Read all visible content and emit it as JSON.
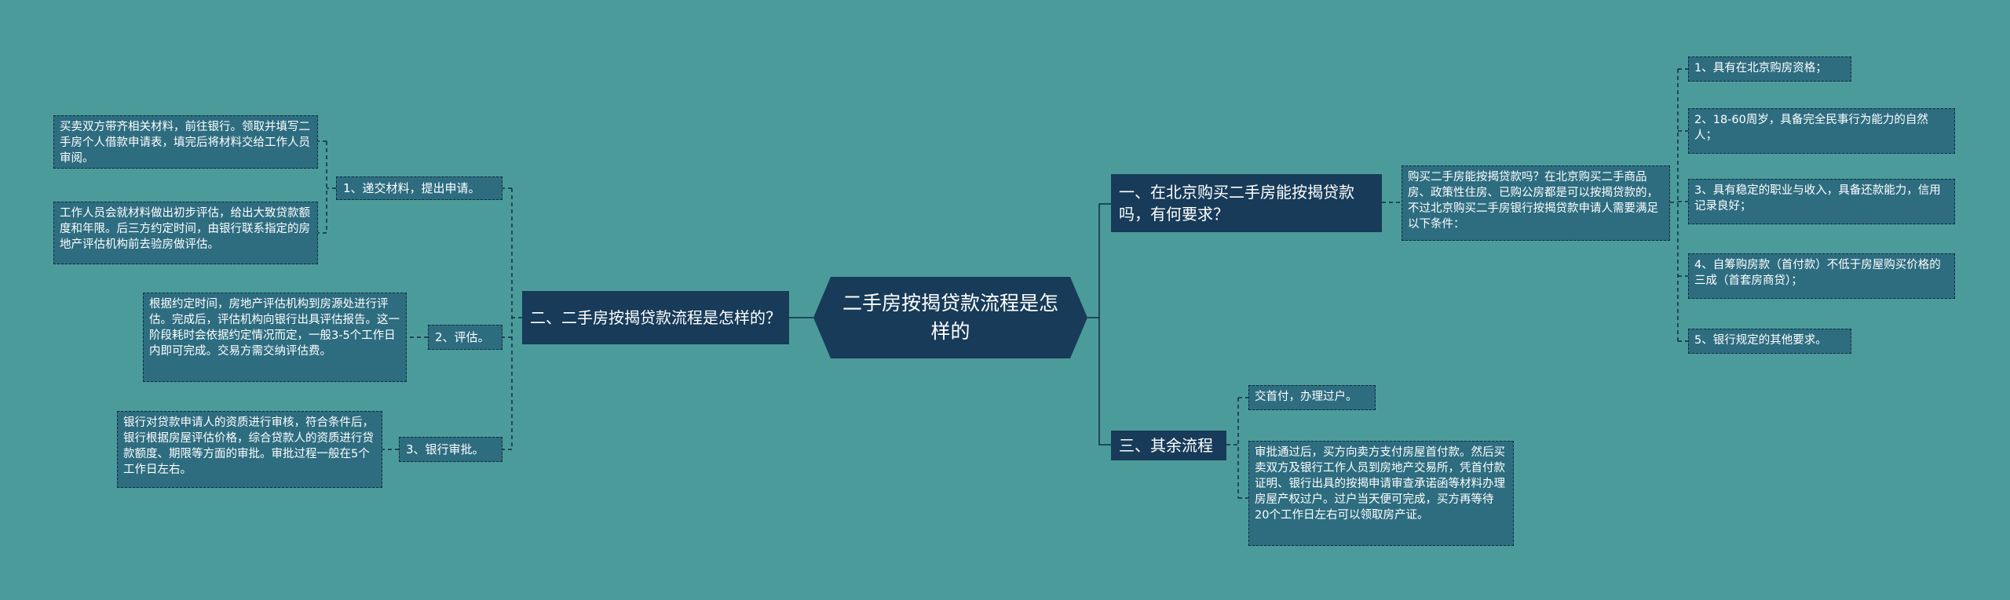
{
  "root": {
    "label": "二手房按揭贷款流程是怎样的"
  },
  "left": {
    "main": {
      "label": "二、二手房按揭贷款流程是怎样的？"
    },
    "steps": [
      {
        "label": "1、递交材料，提出申请。",
        "details": [
          "买卖双方带齐相关材料，前往银行。领取并填写二手房个人借款申请表，填完后将材料交给工作人员审阅。",
          "工作人员会就材料做出初步评估，给出大致贷款额度和年限。后三方约定时间，由银行联系指定的房地产评估机构前去验房做评估。"
        ]
      },
      {
        "label": "2、评估。",
        "details": [
          "根据约定时间，房地产评估机构到房源处进行评估。完成后，评估机构向银行出具评估报告。这一阶段耗时会依据约定情况而定，一般3-5个工作日内即可完成。交易方需交纳评估费。"
        ]
      },
      {
        "label": "3、银行审批。",
        "details": [
          "银行对贷款申请人的资质进行审核，符合条件后，银行根据房屋评估价格，综合贷款人的资质进行贷款额度、期限等方面的审批。审批过程一般在5个工作日左右。"
        ]
      }
    ]
  },
  "right": {
    "q1": {
      "label": "一、在北京购买二手房能按揭贷款吗，有何要求？",
      "intro": "购买二手房能按揭贷款吗？在北京购买二手商品房、政策性住房、已购公房都是可以按揭贷款的，不过北京购买二手房银行按揭贷款申请人需要满足以下条件：",
      "conditions": [
        "1、具有在北京购房资格；",
        "2、18-60周岁，具备完全民事行为能力的自然人；",
        "3、具有稳定的职业与收入，具备还款能力，信用记录良好；",
        "4、自筹购房款（首付款）不低于房屋购买价格的三成（首套房商贷）；",
        "5、银行规定的其他要求。"
      ]
    },
    "q3": {
      "label": "三、其余流程",
      "items": [
        "交首付，办理过户。",
        "审批通过后，买方向卖方支付房屋首付款。然后买卖双方及银行工作人员到房地产交易所，凭首付款证明、银行出具的按揭申请审查承诺函等材料办理房屋产权过户。过户当天便可完成，买方再等待20个工作日左右可以领取房产证。"
      ]
    }
  }
}
